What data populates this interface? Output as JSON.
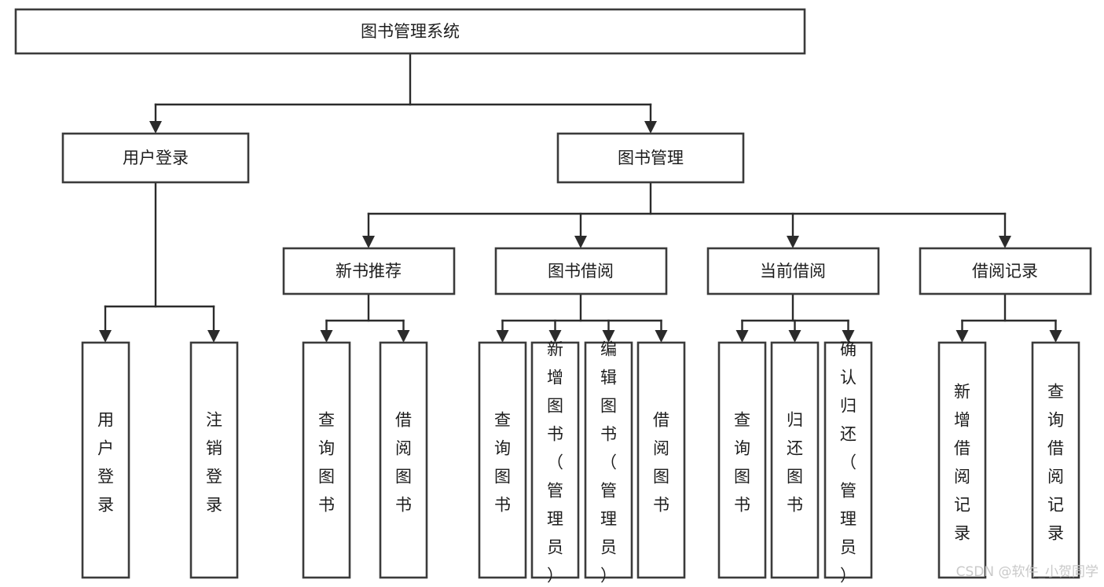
{
  "diagram": {
    "type": "hierarchy-tree",
    "title": "图书管理系统",
    "orientation": "top-down",
    "colors": {
      "box_fill": "#ffffff",
      "box_stroke": "#3b3b3b",
      "connector": "#2b2b2b",
      "text": "#1d1d1d",
      "watermark": "#c9c9c9",
      "background": "#ffffff"
    },
    "root": {
      "label": "图书管理系统"
    },
    "level1": [
      {
        "label": "用户登录"
      },
      {
        "label": "图书管理"
      }
    ],
    "level2": [
      {
        "label": "新书推荐",
        "parent": "图书管理"
      },
      {
        "label": "图书借阅",
        "parent": "图书管理"
      },
      {
        "label": "当前借阅",
        "parent": "图书管理"
      },
      {
        "label": "借阅记录",
        "parent": "图书管理"
      }
    ],
    "leaves": [
      {
        "label": "用户登录",
        "parent": "用户登录"
      },
      {
        "label": "注销登录",
        "parent": "用户登录"
      },
      {
        "label": "查询图书",
        "parent": "新书推荐"
      },
      {
        "label": "借阅图书",
        "parent": "新书推荐"
      },
      {
        "label": "查询图书",
        "parent": "图书借阅"
      },
      {
        "label": "新增图书（管理员）",
        "parent": "图书借阅"
      },
      {
        "label": "编辑图书（管理员）",
        "parent": "图书借阅"
      },
      {
        "label": "借阅图书",
        "parent": "图书借阅"
      },
      {
        "label": "查询图书",
        "parent": "当前借阅"
      },
      {
        "label": "归还图书",
        "parent": "当前借阅"
      },
      {
        "label": "确认归还（管理员）",
        "parent": "当前借阅"
      },
      {
        "label": "新增借阅记录",
        "parent": "借阅记录"
      },
      {
        "label": "查询借阅记录",
        "parent": "借阅记录"
      }
    ]
  },
  "watermark": {
    "text": "CSDN @软件_小贺同学"
  }
}
